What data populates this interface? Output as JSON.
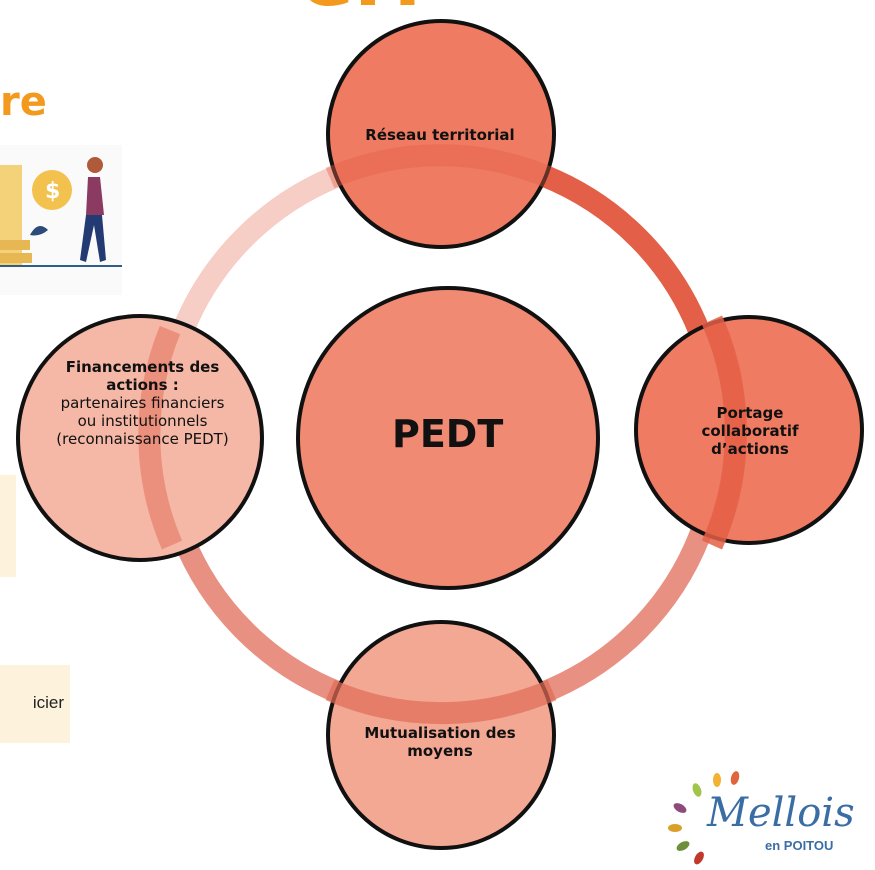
{
  "slide": {
    "title_fragment": "erritoire",
    "subtitle_fragment": "re",
    "side_text": "icier"
  },
  "diagram": {
    "center": "PEDT",
    "nodes": [
      {
        "id": "top",
        "title": "Réseau territorial",
        "body": ""
      },
      {
        "id": "right",
        "title": "Portage collaboratif d’actions",
        "body": ""
      },
      {
        "id": "bottom",
        "title": "Mutualisation des moyens",
        "body": ""
      },
      {
        "id": "left",
        "title": "Financements des actions :",
        "body": "partenaires financiers ou institutionnels (reconnaissance PEDT)"
      }
    ],
    "colors": {
      "ring_light": "#f2c1b8",
      "ring_dark": "#e8705a",
      "node_top": "#ee7b62",
      "node_right": "#ee7b62",
      "node_bottom": "#f3a894",
      "node_left": "#f5b7a6",
      "center": "#f08a72",
      "outline": "#111111"
    }
  },
  "logo": {
    "name": "Mellois",
    "tagline": "en POITOU",
    "brand_color": "#3a6da4"
  }
}
